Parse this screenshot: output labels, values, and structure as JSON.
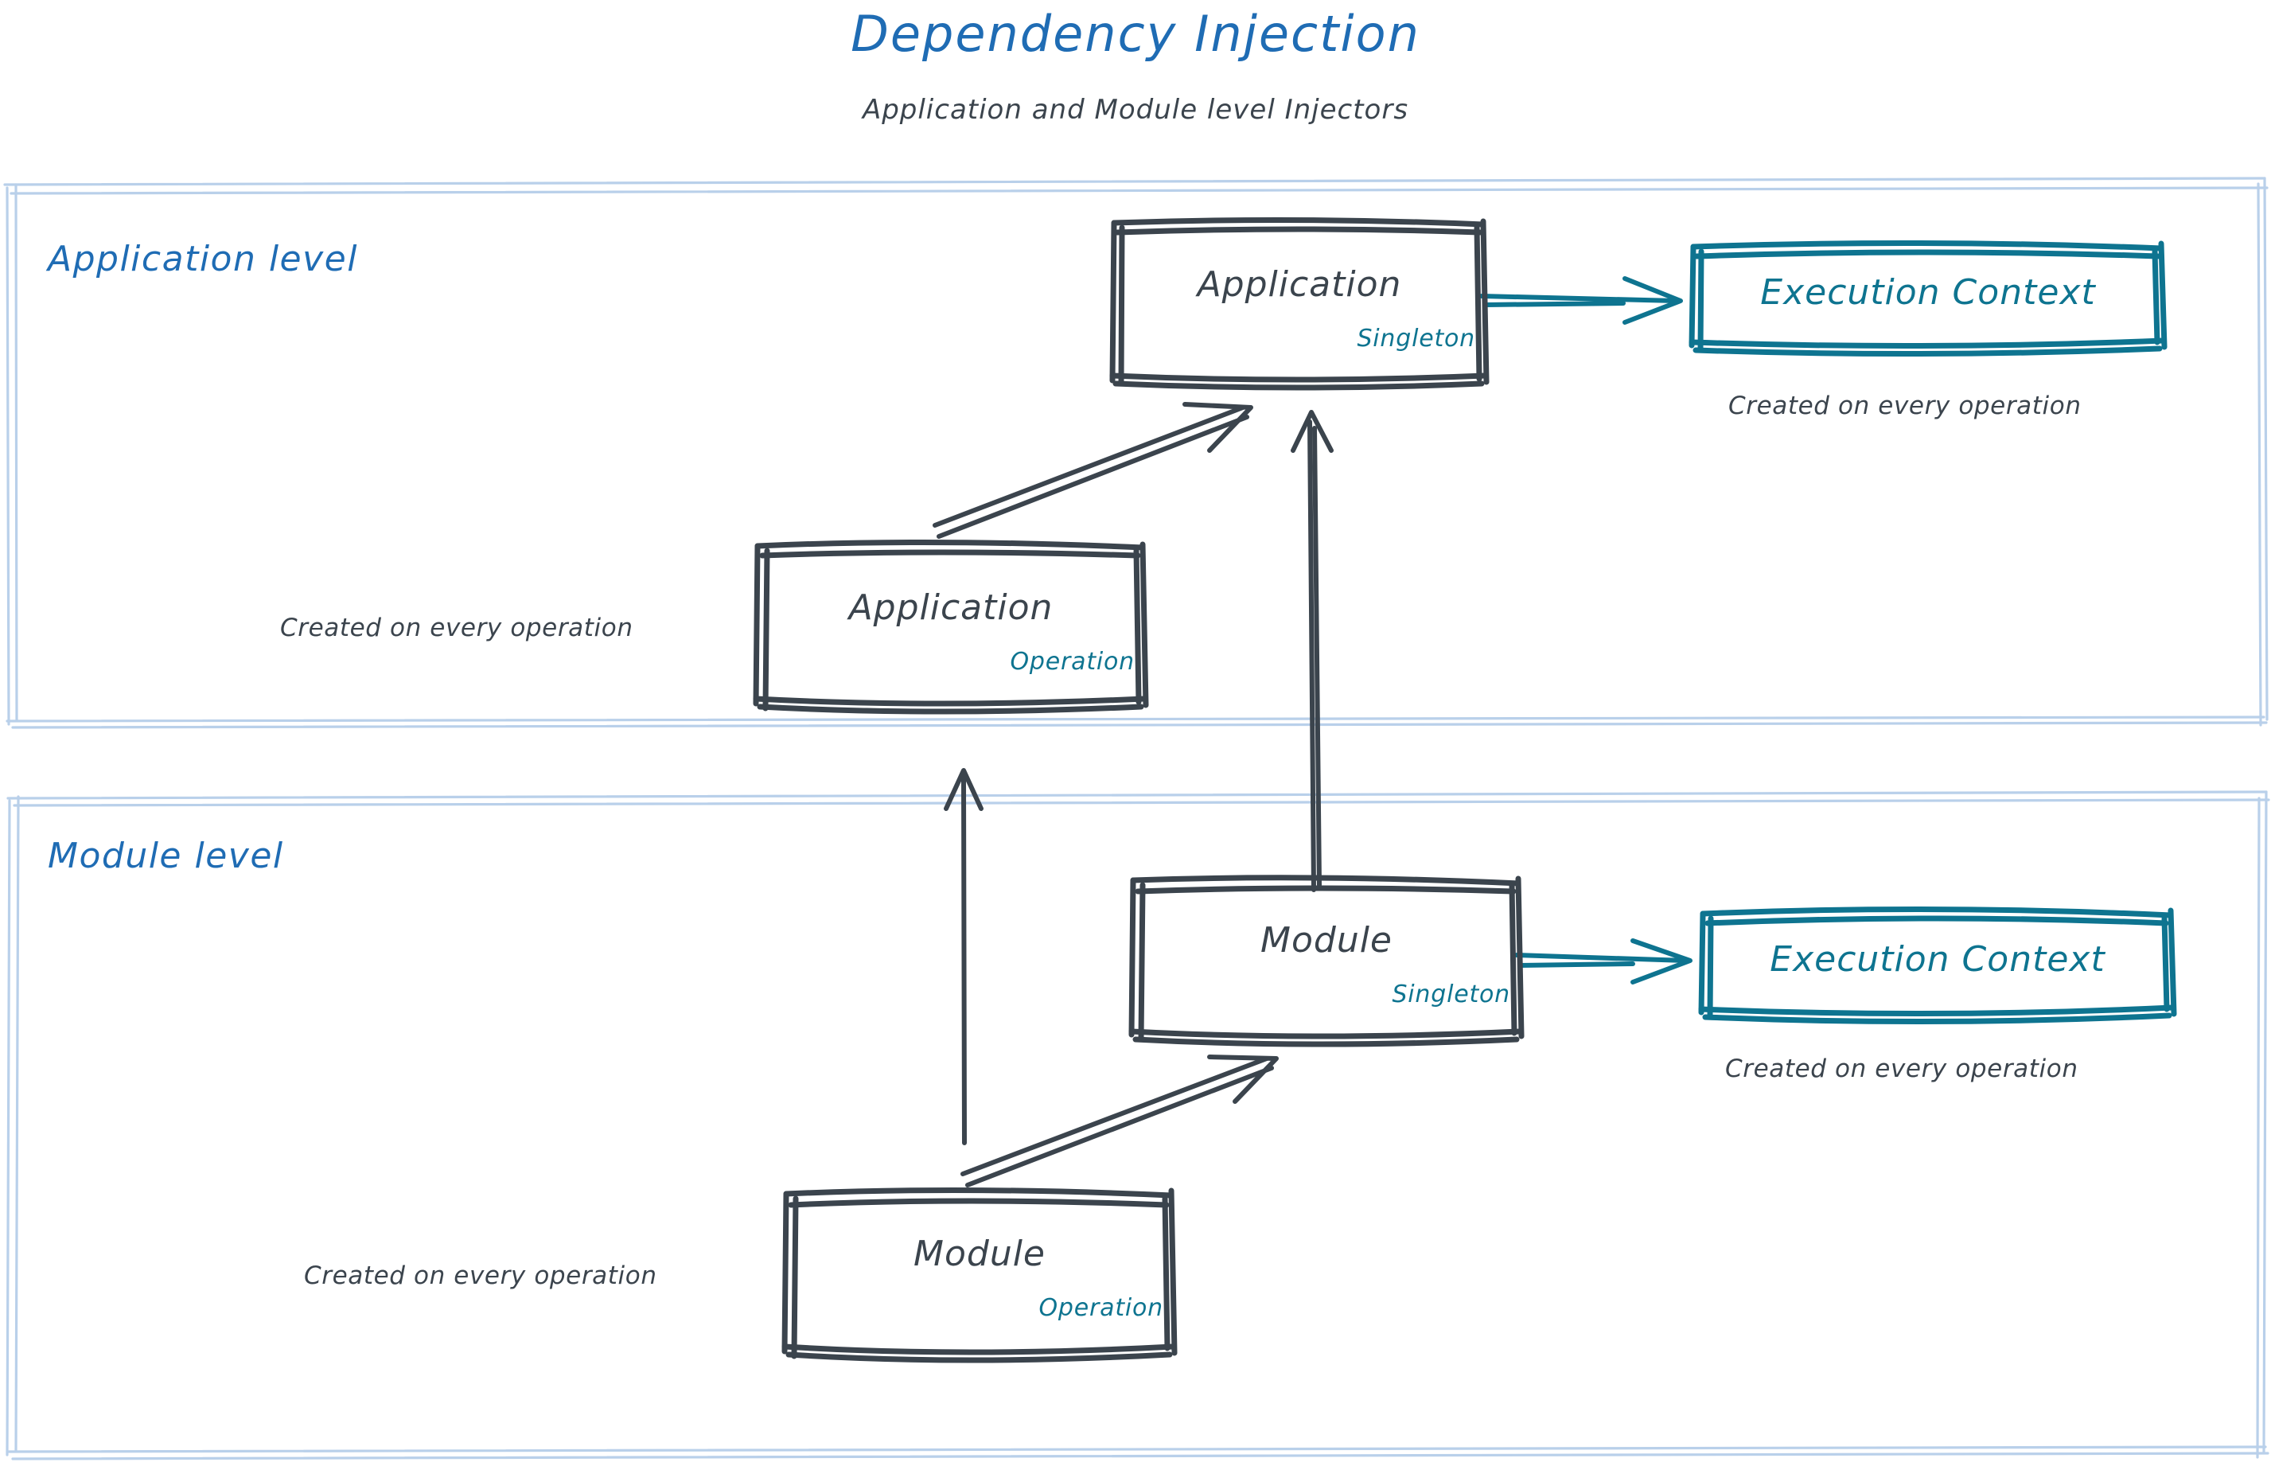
{
  "header": {
    "title": "Dependency Injection",
    "subtitle": "Application and Module level Injectors"
  },
  "colors": {
    "title_blue": "#1f6cb4",
    "container_border": "#b9d0ea",
    "sketch_dark": "#3b444d",
    "teal": "#0e7490",
    "background": "#ffffff"
  },
  "sections": [
    {
      "id": "application-level",
      "label": "Application level",
      "nodes": [
        {
          "id": "application-singleton",
          "title": "Application",
          "scope": "Singleton",
          "style": "dark"
        },
        {
          "id": "application-execution-context",
          "title": "Execution Context",
          "scope": "",
          "style": "teal"
        },
        {
          "id": "application-operation",
          "title": "Application",
          "scope": "Operation",
          "style": "dark"
        }
      ],
      "notes": [
        {
          "id": "note-app-exec-context",
          "text": "Created on every operation"
        },
        {
          "id": "note-app-operation",
          "text": "Created on every operation"
        }
      ]
    },
    {
      "id": "module-level",
      "label": "Module level",
      "nodes": [
        {
          "id": "module-singleton",
          "title": "Module",
          "scope": "Singleton",
          "style": "dark"
        },
        {
          "id": "module-execution-context",
          "title": "Execution Context",
          "scope": "",
          "style": "teal"
        },
        {
          "id": "module-operation",
          "title": "Module",
          "scope": "Operation",
          "style": "dark"
        }
      ],
      "notes": [
        {
          "id": "note-module-exec-context",
          "text": "Created on every operation"
        },
        {
          "id": "note-module-operation",
          "text": "Created on every operation"
        }
      ]
    }
  ],
  "edges": [
    {
      "id": "edge-app-singleton-to-exec-context",
      "from": "application-singleton",
      "to": "application-execution-context",
      "color": "teal",
      "kind": "arrow"
    },
    {
      "id": "edge-app-operation-to-app-singleton",
      "from": "application-operation",
      "to": "application-singleton",
      "color": "dark",
      "kind": "arrow"
    },
    {
      "id": "edge-module-singleton-to-app-singleton",
      "from": "module-singleton",
      "to": "application-singleton",
      "color": "dark",
      "kind": "arrow"
    },
    {
      "id": "edge-module-operation-to-app-operation",
      "from": "module-operation",
      "to": "application-operation",
      "color": "dark",
      "kind": "arrow"
    },
    {
      "id": "edge-module-singleton-to-module-exec-context",
      "from": "module-singleton",
      "to": "module-execution-context",
      "color": "teal",
      "kind": "arrow"
    },
    {
      "id": "edge-module-operation-to-module-singleton",
      "from": "module-operation",
      "to": "module-singleton",
      "color": "dark",
      "kind": "arrow"
    }
  ]
}
